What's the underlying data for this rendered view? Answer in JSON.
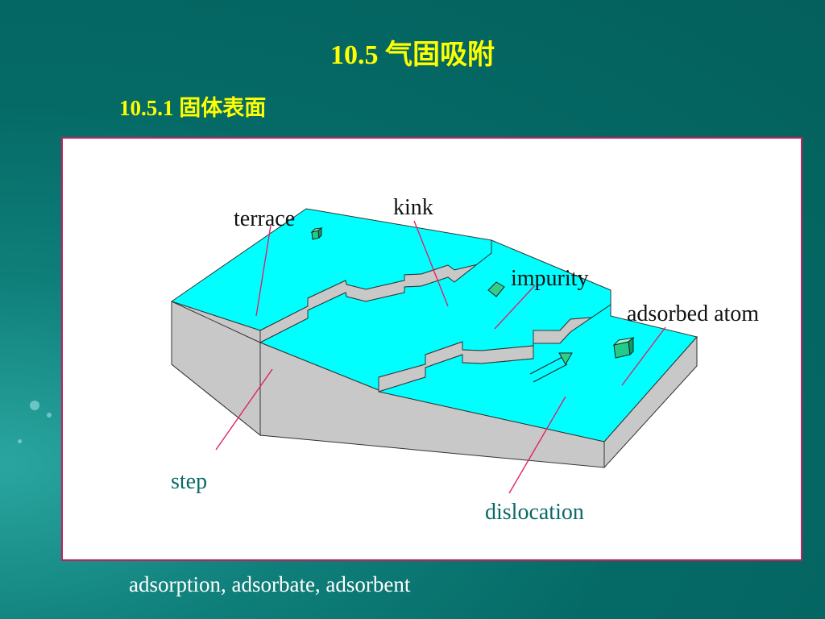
{
  "slide": {
    "title": "10.5  气固吸附",
    "subtitle": "10.5.1  固体表面",
    "footer": "adsorption,  adsorbate, adsorbent"
  },
  "diagram": {
    "labels": {
      "terrace": "terrace",
      "kink": "kink",
      "impurity": "impurity",
      "adsorbed_atom": "adsorbed atom",
      "step": "step",
      "dislocation": "dislocation"
    },
    "colors": {
      "surface": "#00ffff",
      "side": "#c8c8c8",
      "leader_line": "#e0206a",
      "impurity": "#33cc88",
      "adsorbed_atom": "#22cc88",
      "frame": "#c02060"
    }
  }
}
